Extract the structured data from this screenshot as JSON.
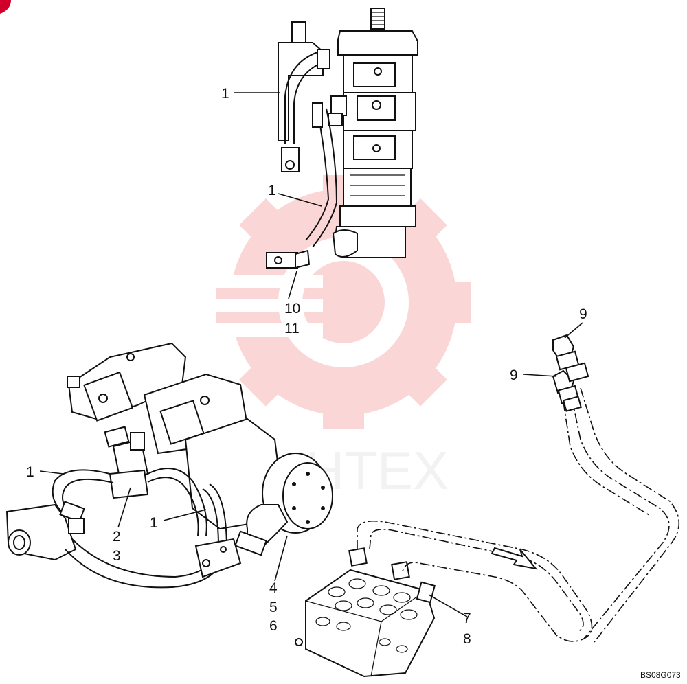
{
  "watermark": {
    "text": "MHTEX",
    "color": "#f4a6a6"
  },
  "drawing_code": "BS08G073",
  "callouts": {
    "c1_top": "1",
    "c1_mid": "1",
    "c1_left": "1",
    "c1_center": "1",
    "c2": "2",
    "c3": "3",
    "c4": "4",
    "c5": "5",
    "c6": "6",
    "c7": "7",
    "c8": "8",
    "c9_top": "9",
    "c9_mid": "9",
    "c10": "10",
    "c11": "11"
  }
}
